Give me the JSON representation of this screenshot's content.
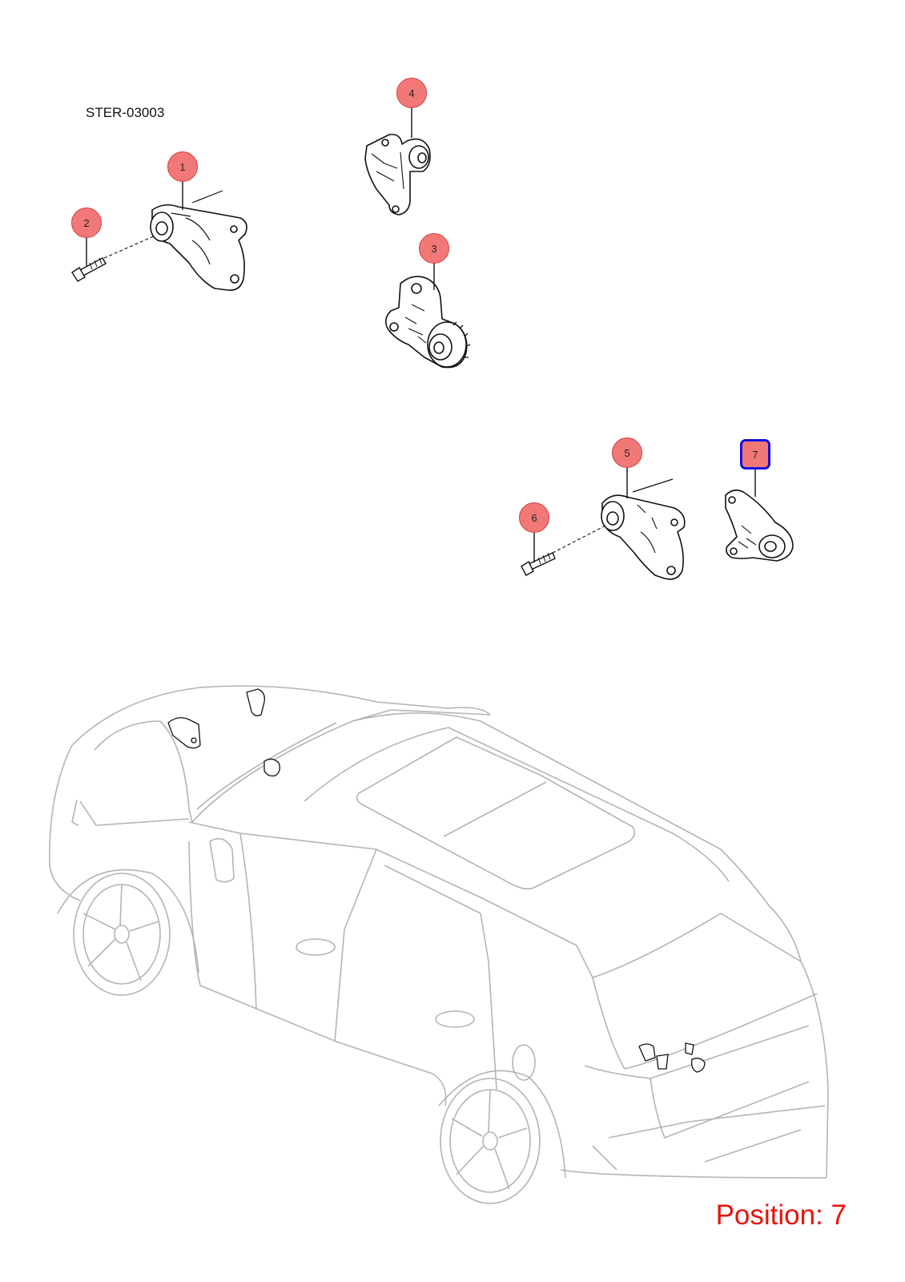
{
  "diagram": {
    "reference_code": "STER-03003",
    "position_label": "Position: 7",
    "selected_position": "7",
    "callouts": [
      {
        "number": "1"
      },
      {
        "number": "2"
      },
      {
        "number": "3"
      },
      {
        "number": "4"
      },
      {
        "number": "5"
      },
      {
        "number": "6"
      },
      {
        "number": "7"
      }
    ]
  },
  "colors": {
    "callout_fill": "#f27878",
    "selected_outline": "#1010e0",
    "position_text": "#e8120c",
    "line_art": "#111111",
    "vehicle_outline": "#b4b4b4"
  }
}
